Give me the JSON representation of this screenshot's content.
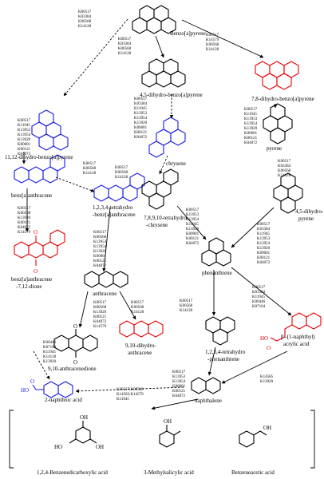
{
  "compounds": {
    "benzo_a_pyrene": "Benzo[a]pyrene",
    "dihydro_11_12": "11,12-dihydro-benzo[a]pyrene",
    "dihydro_4_5": "4,5-dihydro-benzo[a]pyrene",
    "dihydro_7_8": "7,8-dihydro-benzo[a]pyrene",
    "benz_anthracene": "benz[a]anthracene",
    "tetrahydro_benz_a": "1,2,3,4-tetrahydro",
    "tetrahydro_benz_b": "-benz[a]anthracene",
    "chrysene": "chrysene",
    "pyrene": "pyrene",
    "dihydro_pyrene_a": "4,5-dihydro-",
    "dihydro_pyrene_b": "pyrene",
    "tetrahydro_chrysene_a": "7,8,9,10-tetrahydro",
    "tetrahydro_chrysene_b": "-chrysene",
    "dione_a": "benz[a]anthracene",
    "dione_b": "-7,12-dione",
    "anthracene": "anthracene",
    "phenanthrene": "phenanthrene",
    "anthracenedione": "9,10-anthracenedione",
    "dihydroanthracene_a": "9,10-dihydro-",
    "dihydroanthracene_b": "anthracene",
    "tetrahydro_phen_a": "1,2,3,4-tetrahydro",
    "tetrahydro_phen_b": "-phenanthrene",
    "naphthyl_acrylic_a": "β -(1-naphthyl)",
    "naphthyl_acrylic_b": "acrylic acid",
    "naphthoic": "2-naphthoic acid",
    "naphthalene": "naphthalene",
    "benzenedicarboxylic": "1,2,4-Benzenedicarboxylic acid",
    "methylsalicylic": "3-Methylsalicylic acid",
    "benzeneacetic": "Benzeneacetic acid"
  },
  "enzymes": {
    "e1": [
      "K00517",
      "K03384",
      "K00568",
      "K14128"
    ],
    "e2": [
      "K00517",
      "K03384",
      "K00568",
      "K14128"
    ],
    "e3": [
      "K00517",
      "K14579",
      "K00568",
      "K14128"
    ],
    "e4": [
      "K00517",
      "K11945",
      "K13953",
      "K13954",
      "K13920",
      "K00001",
      "K00121",
      "K04072"
    ],
    "e5": [
      "K00517",
      "K03384",
      "K11945",
      "K13953",
      "K13954",
      "K13920",
      "K00001",
      "K00121",
      "K04072"
    ],
    "e6": [
      "K00517",
      "K11945",
      "K13953",
      "K13954",
      "K13920",
      "K00001",
      "K00121",
      "K04072"
    ],
    "e7": [
      "K00517",
      "K00568",
      "K14128"
    ],
    "e8": [
      "K00517",
      "K00568",
      "K14128"
    ],
    "e9": [
      "K00517",
      "K03384",
      "K00568",
      "K14128"
    ],
    "e10": [
      "K00517",
      "K00568",
      "K13920",
      "K00121",
      "K04072",
      "K14579"
    ],
    "e11": [
      "K00517",
      "K00568",
      "K13953",
      "K13954",
      "K13920",
      "K00001",
      "K00121",
      "K04072"
    ],
    "e12": [
      "K00517",
      "K13953",
      "K13954",
      "K11945",
      "K13920",
      "K00001",
      "K00121",
      "K04072"
    ],
    "e13": [
      "K00517",
      "K03384",
      "K11945",
      "K13953",
      "K13954",
      "K13920",
      "K00001",
      "K00121",
      "K04072"
    ],
    "e14": [
      "K00517",
      "K00568",
      "K13920",
      "K00121",
      "K04072",
      "K14579"
    ],
    "e15": [
      "K00517",
      "K00568",
      "K14128"
    ],
    "e16": [
      "K00517",
      "K00568",
      "K14128"
    ],
    "e17": [
      "K00517",
      "K03384",
      "K11945",
      "K00446",
      "K07104"
    ],
    "e18": [
      "K00446",
      "K07104",
      "K11945",
      "K14128",
      "K13920"
    ],
    "e19": [
      "K00517",
      "K13953",
      "K13954",
      "K00001",
      "K00121",
      "K04072"
    ],
    "e20": [
      "K00517;K00568",
      "K14583;K14579",
      "K11945"
    ],
    "e21": [
      "K14585",
      "K13920"
    ]
  },
  "groups": {
    "ho": "HO",
    "oh": "OH",
    "o": "O"
  },
  "colors": {
    "black": "#000000",
    "blue": "#1a1ae6",
    "red": "#e60000"
  }
}
